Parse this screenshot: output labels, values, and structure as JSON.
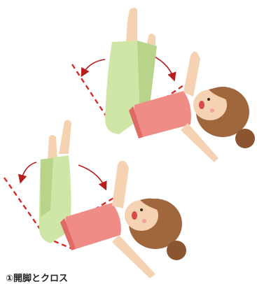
{
  "caption": "①開脚とクロス",
  "colors": {
    "skin": "#f5d2b2",
    "skin_shade": "#e8b894",
    "hair": "#a0673d",
    "hair_dark": "#8a5530",
    "shirt": "#f08c86",
    "shirt_trim": "#e06a64",
    "pants": "#cfe6a6",
    "pants_shade": "#b7d48a",
    "guide": "#d42a2a",
    "arrow": "#b81c1c",
    "mouth": "#d94a4a",
    "cheek": "#f3a0a0"
  },
  "figures": [
    "figure-top-spread-legs",
    "figure-bottom-crossed-legs"
  ]
}
